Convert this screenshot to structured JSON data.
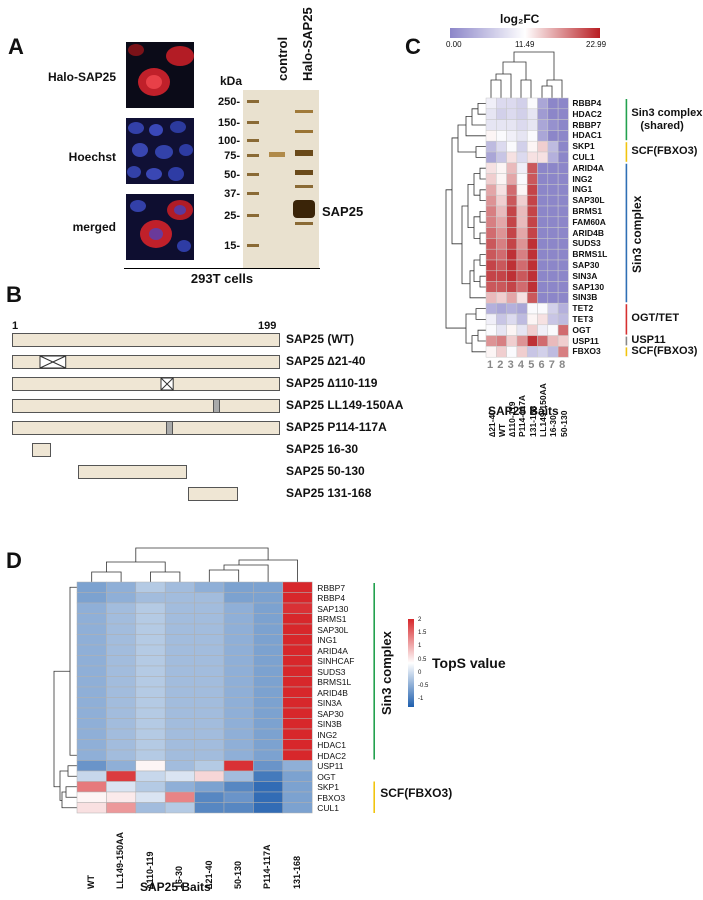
{
  "panels": {
    "a": "A",
    "b": "B",
    "c": "C",
    "d": "D"
  },
  "panel_a": {
    "micro_labels": [
      "Halo-SAP25",
      "Hoechst",
      "merged"
    ],
    "kda_title": "kDa",
    "kda_markers": [
      "250-",
      "150-",
      "100-",
      "75-",
      "50-",
      "37-",
      "25-",
      "15-"
    ],
    "lane_labels": [
      "control",
      "Halo-SAP25"
    ],
    "band_label": "SAP25",
    "footer": "293T cells"
  },
  "panel_b": {
    "axis_start": "1",
    "axis_end": "199",
    "constructs": [
      {
        "name": "SAP25 (WT)"
      },
      {
        "name": "SAP25 ∆21-40"
      },
      {
        "name": "SAP25 ∆110-119"
      },
      {
        "name": "SAP25 LL149-150AA"
      },
      {
        "name": "SAP25 P114-117A"
      },
      {
        "name": "SAP25 16-30"
      },
      {
        "name": "SAP25 50-130"
      },
      {
        "name": "SAP25 131-168"
      }
    ]
  },
  "panel_c": {
    "legend_title": "log₂FC",
    "legend_ticks": [
      "0.00",
      "11.49",
      "22.99"
    ],
    "colors": {
      "low": "#8c86c9",
      "mid": "#ffffff",
      "high": "#b81d22"
    },
    "rows": [
      "RBBP4",
      "HDAC2",
      "RBBP7",
      "HDAC1",
      "SKP1",
      "CUL1",
      "ARID4A",
      "ING2",
      "ING1",
      "SAP30L",
      "BRMS1",
      "FAM60A",
      "ARID4B",
      "SUDS3",
      "BRMS1L",
      "SAP30",
      "SIN3A",
      "SAP130",
      "SIN3B",
      "TET2",
      "TET3",
      "OGT",
      "USP11",
      "FBXO3"
    ],
    "col_numbers": [
      "1",
      "2",
      "3",
      "4",
      "5",
      "6",
      "7",
      "8"
    ],
    "col_labels": [
      "∆21-40",
      "WT",
      "∆110-119",
      "P114-117A",
      "131-168",
      "LL149-150AA",
      "16-30",
      "50-130"
    ],
    "values": [
      [
        10,
        8,
        8,
        7,
        11,
        3,
        0,
        0
      ],
      [
        9,
        7,
        8,
        7,
        9,
        2,
        0,
        0
      ],
      [
        9,
        9,
        9,
        8,
        9,
        3,
        1,
        0
      ],
      [
        12,
        11,
        10,
        9,
        11,
        3,
        0,
        0
      ],
      [
        5,
        8,
        11,
        7,
        12,
        14,
        5,
        0
      ],
      [
        3,
        6,
        13,
        8,
        13,
        13,
        4,
        0
      ],
      [
        13,
        12,
        15,
        10,
        20,
        0,
        0,
        0
      ],
      [
        14,
        12,
        16,
        11,
        20,
        0,
        0,
        0
      ],
      [
        16,
        13,
        19,
        12,
        21,
        0,
        0,
        0
      ],
      [
        17,
        14,
        20,
        14,
        21,
        0,
        0,
        0
      ],
      [
        18,
        15,
        21,
        15,
        21,
        0,
        0,
        0
      ],
      [
        18,
        16,
        21,
        15,
        21,
        0,
        0,
        0
      ],
      [
        19,
        17,
        21,
        16,
        21,
        0,
        0,
        0
      ],
      [
        20,
        18,
        21,
        17,
        22,
        0,
        0,
        0
      ],
      [
        20,
        19,
        22,
        18,
        22,
        0,
        0,
        0
      ],
      [
        21,
        20,
        22,
        19,
        22,
        0,
        0,
        0
      ],
      [
        21,
        21,
        22,
        20,
        22,
        0,
        0,
        0
      ],
      [
        20,
        20,
        21,
        19,
        22,
        0,
        0,
        0
      ],
      [
        15,
        14,
        16,
        13,
        20,
        0,
        0,
        0
      ],
      [
        4,
        3,
        4,
        3,
        11,
        11,
        7,
        4
      ],
      [
        10,
        6,
        8,
        5,
        12,
        13,
        6,
        5
      ],
      [
        11,
        9,
        12,
        9,
        14,
        10,
        11,
        19
      ],
      [
        17,
        18,
        14,
        17,
        22,
        19,
        15,
        14
      ],
      [
        12,
        14,
        11,
        14,
        6,
        7,
        5,
        18
      ]
    ],
    "groups": [
      {
        "label": "Sin3 complex",
        "sublabel": "(shared)",
        "color": "#23a14e"
      },
      {
        "label": "SCF(FBXO3)",
        "color": "#f1c40f"
      },
      {
        "label": "Sin3 complex",
        "color": "#2f6fb5"
      },
      {
        "label": "OGT/TET",
        "color": "#d63030"
      },
      {
        "label": "USP11",
        "color": "#888888"
      },
      {
        "label": "SCF(FBXO3)",
        "color": "#f1c40f"
      }
    ],
    "xlabel": "SAP25 Baits"
  },
  "panel_d": {
    "legend_title": "TopS value",
    "legend_ticks": [
      "2",
      "1.5",
      "1",
      "0.5",
      "0",
      "-0.5",
      "-1"
    ],
    "colors": {
      "low": "#1f5fae",
      "mid": "#ffffff",
      "high": "#d7272b"
    },
    "rows": [
      "RBBP7",
      "RBBP4",
      "SAP130",
      "BRMS1",
      "SAP30L",
      "ING1",
      "ARID4A",
      "SINHCAF",
      "SUDS3",
      "BRMS1L",
      "ARID4B",
      "SIN3A",
      "SAP30",
      "SIN3B",
      "ING2",
      "HDAC1",
      "HDAC2",
      "USP11",
      "OGT",
      "SKP1",
      "FBXO3",
      "CUL1"
    ],
    "col_labels": [
      "WT",
      "LL149-150AA",
      "∆110-119",
      "16-30",
      "∆21-40",
      "50-130",
      "P114-117A",
      "131-168"
    ],
    "values": [
      [
        -0.7,
        -0.6,
        -0.4,
        -0.5,
        -0.6,
        -0.7,
        -0.7,
        2.1
      ],
      [
        -0.7,
        -0.6,
        -0.5,
        -0.5,
        -0.5,
        -0.7,
        -0.7,
        2.1
      ],
      [
        -0.6,
        -0.5,
        -0.4,
        -0.5,
        -0.5,
        -0.6,
        -0.7,
        2.0
      ],
      [
        -0.6,
        -0.5,
        -0.4,
        -0.5,
        -0.5,
        -0.6,
        -0.7,
        2.1
      ],
      [
        -0.6,
        -0.5,
        -0.4,
        -0.5,
        -0.5,
        -0.6,
        -0.7,
        2.1
      ],
      [
        -0.6,
        -0.5,
        -0.4,
        -0.5,
        -0.5,
        -0.6,
        -0.7,
        2.1
      ],
      [
        -0.6,
        -0.5,
        -0.4,
        -0.5,
        -0.5,
        -0.6,
        -0.7,
        2.1
      ],
      [
        -0.6,
        -0.5,
        -0.4,
        -0.5,
        -0.5,
        -0.6,
        -0.7,
        2.1
      ],
      [
        -0.6,
        -0.5,
        -0.4,
        -0.5,
        -0.5,
        -0.6,
        -0.7,
        2.1
      ],
      [
        -0.6,
        -0.5,
        -0.4,
        -0.5,
        -0.5,
        -0.6,
        -0.7,
        2.1
      ],
      [
        -0.6,
        -0.5,
        -0.4,
        -0.5,
        -0.5,
        -0.6,
        -0.7,
        2.1
      ],
      [
        -0.6,
        -0.5,
        -0.4,
        -0.5,
        -0.5,
        -0.6,
        -0.7,
        2.1
      ],
      [
        -0.6,
        -0.5,
        -0.4,
        -0.5,
        -0.5,
        -0.6,
        -0.7,
        2.1
      ],
      [
        -0.6,
        -0.5,
        -0.4,
        -0.5,
        -0.5,
        -0.6,
        -0.7,
        2.1
      ],
      [
        -0.6,
        -0.5,
        -0.4,
        -0.5,
        -0.5,
        -0.6,
        -0.7,
        2.1
      ],
      [
        -0.6,
        -0.5,
        -0.4,
        -0.5,
        -0.5,
        -0.6,
        -0.7,
        2.1
      ],
      [
        -0.6,
        -0.5,
        -0.4,
        -0.5,
        -0.5,
        -0.6,
        -0.7,
        2.1
      ],
      [
        -0.8,
        -0.6,
        0.1,
        -0.5,
        -0.4,
        2.0,
        -0.8,
        -0.6
      ],
      [
        -0.3,
        1.9,
        -0.3,
        -0.2,
        0.4,
        -0.5,
        -1.0,
        -0.7
      ],
      [
        1.3,
        -0.2,
        -0.4,
        -0.6,
        -0.7,
        -0.9,
        -1.1,
        -0.7
      ],
      [
        0.1,
        0.2,
        -0.2,
        1.2,
        -0.9,
        -0.8,
        -1.1,
        -0.7
      ],
      [
        0.3,
        1.0,
        -0.5,
        -0.4,
        -0.9,
        -0.9,
        -1.1,
        -0.7
      ]
    ],
    "groups": [
      {
        "label": "Sin3 complex",
        "color": "#23a14e"
      },
      {
        "label": "SCF(FBXO3)",
        "color": "#f1c40f"
      }
    ],
    "xlabel": "SAP25 Baits"
  }
}
